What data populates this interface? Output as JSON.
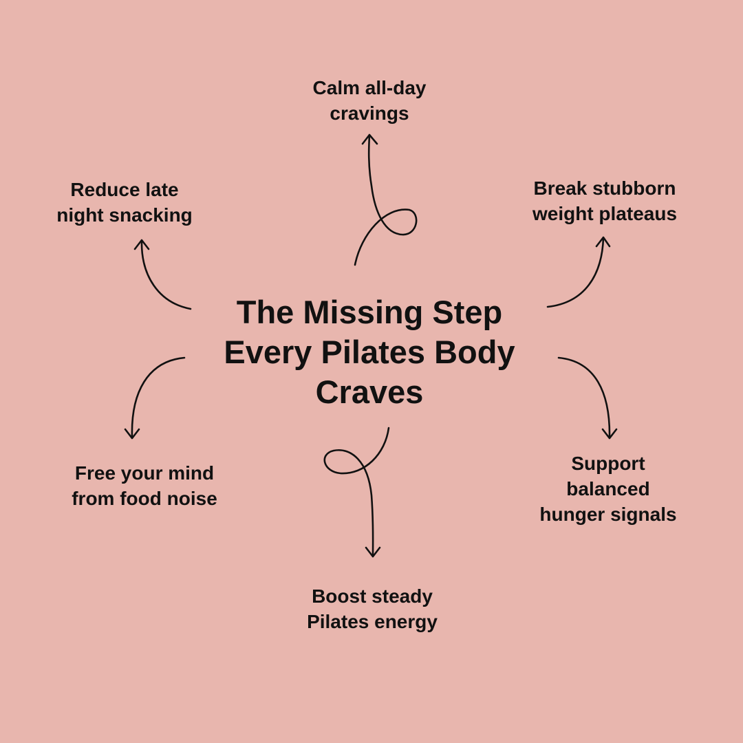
{
  "title": {
    "line1": "The Missing Step",
    "line2": "Every Pilates Body",
    "line3": "Craves"
  },
  "benefits": [
    {
      "line1": "Calm all-day",
      "line2": "cravings"
    },
    {
      "line1": "Break stubborn",
      "line2": "weight plateaus"
    },
    {
      "line1": "Support",
      "line2": "balanced",
      "line3": "hunger signals"
    },
    {
      "line1": "Boost steady",
      "line2": "Pilates energy"
    },
    {
      "line1": "Free your mind",
      "line2": "from food noise"
    },
    {
      "line1": "Reduce late",
      "line2": "night snacking"
    }
  ],
  "colors": {
    "background": "#E8B6AE",
    "text": "#111111"
  }
}
